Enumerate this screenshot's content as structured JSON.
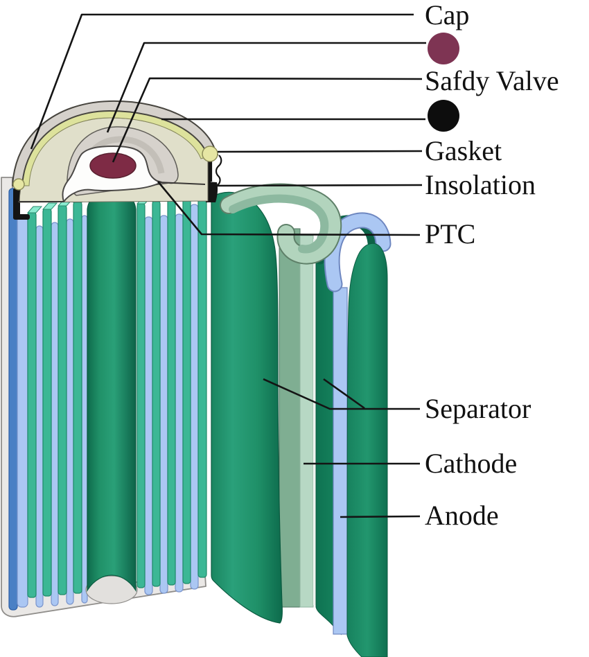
{
  "figure": {
    "subject": "cylindrical-battery-cutaway-diagram",
    "labels": {
      "cap": "Cap",
      "safety_valve": "Safdy Valve",
      "gasket": "Gasket",
      "insulation": "Insolation",
      "ptc": "PTC",
      "separator": "Separator",
      "cathode": "Cathode",
      "anode": "Anode"
    },
    "markers": {
      "cap_dot_color": "#7e3453",
      "valve_dot_color": "#0d0d0d"
    },
    "component_colors": {
      "can_body": "#eae8e6",
      "cap_shell": "#d5d1cb",
      "cap_inner": "#e0dfca",
      "gasket_ring": "#dde29c",
      "gasket_bead": "#e6e6a4",
      "vent_disc": "#7e2b45",
      "insulation_black": "#141414",
      "separator_green": "#1f9068",
      "cathode_light_green": "#b7d8c4",
      "anode_light_blue": "#abc7f3",
      "electrode_teal": "#3cb795",
      "electrode_dark_blue": "#4a80c5"
    }
  }
}
